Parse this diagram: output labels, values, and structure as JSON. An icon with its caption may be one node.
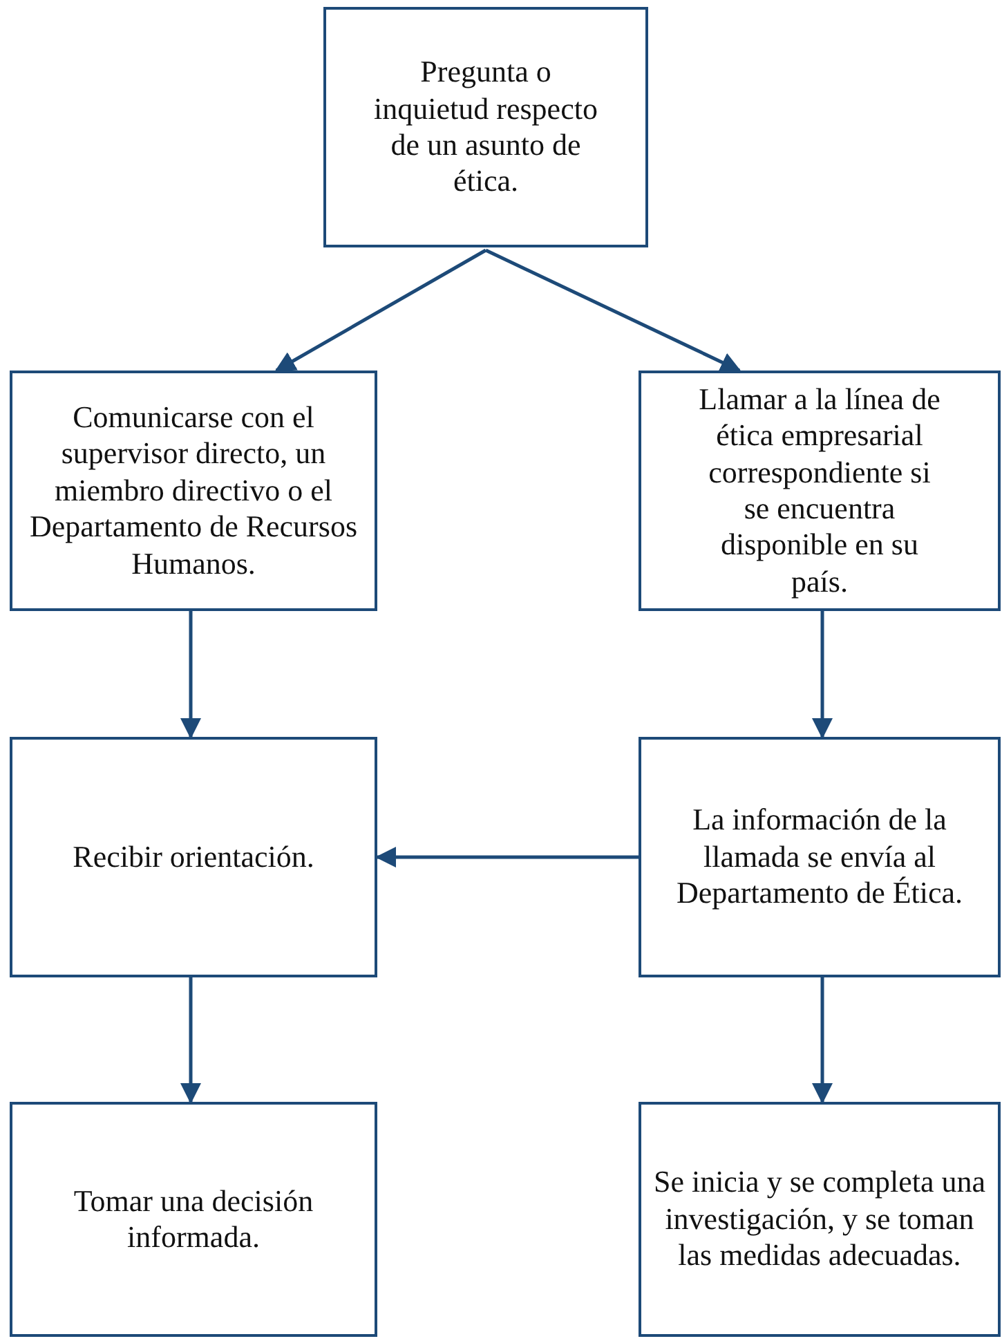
{
  "diagram": {
    "nodes": [
      {
        "text": [
          "Pregunta o inquietud respecto de un asunto de ética."
        ]
      },
      {
        "text": [
          "Comunicarse con el supervisor directo, un miembro directivo o el Departamento de Recursos Humanos."
        ]
      },
      {
        "text": [
          "Llamar a la línea de ética empresarial correspondiente si se encuentra disponible en su país."
        ]
      },
      {
        "text": [
          "Recibir orientación."
        ]
      },
      {
        "text": [
          "La información de la llamada se envía al Departamento de Ética."
        ]
      },
      {
        "text": [
          "Tomar una decisión informada."
        ]
      },
      {
        "text": [
          "Se inicia y se completa una investigación, y se toman las medidas adecuadas."
        ]
      }
    ],
    "edges": [
      {
        "from": 0,
        "to": 1,
        "arrow": "to"
      },
      {
        "from": 0,
        "to": 2,
        "arrow": "to"
      },
      {
        "from": 1,
        "to": 3,
        "arrow": "to"
      },
      {
        "from": 2,
        "to": 4,
        "arrow": "to"
      },
      {
        "from": 4,
        "to": 3,
        "arrow": "to"
      },
      {
        "from": 3,
        "to": 5,
        "arrow": "to"
      },
      {
        "from": 4,
        "to": 6,
        "arrow": "to"
      }
    ]
  }
}
